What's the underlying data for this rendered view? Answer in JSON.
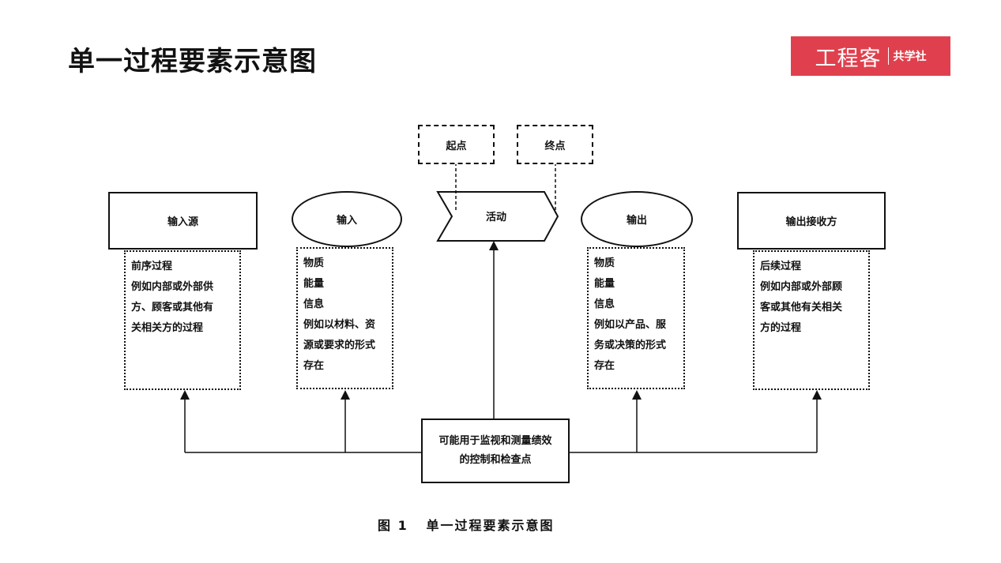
{
  "header": {
    "title": "单一过程要素示意图",
    "logo_main": "工程客",
    "logo_sub": "共学社",
    "logo_color": "#e0404d"
  },
  "diagram": {
    "start_label": "起点",
    "end_label": "终点",
    "activity_label": "活动",
    "nodes": {
      "input_source": "输入源",
      "input": "输入",
      "output": "输出",
      "output_receiver": "输出接收方"
    },
    "details": {
      "input_source": [
        "前序过程",
        "例如内部或外部供",
        "方、顾客或其他有",
        "关相关方的过程"
      ],
      "input": [
        "物质",
        "能量",
        "信息",
        "例如以材料、资",
        "源或要求的形式",
        "存在"
      ],
      "output": [
        "物质",
        "能量",
        "信息",
        "例如以产品、服",
        "务或决策的形式",
        "存在"
      ],
      "output_receiver": [
        "后续过程",
        "例如内部或外部顾",
        "客或其他有关相关",
        "方的过程"
      ]
    },
    "monitor": [
      "可能用于监视和测量绩效",
      "的控制和检查点"
    ],
    "caption_number": "图 1",
    "caption_text": "单一过程要素示意图"
  }
}
